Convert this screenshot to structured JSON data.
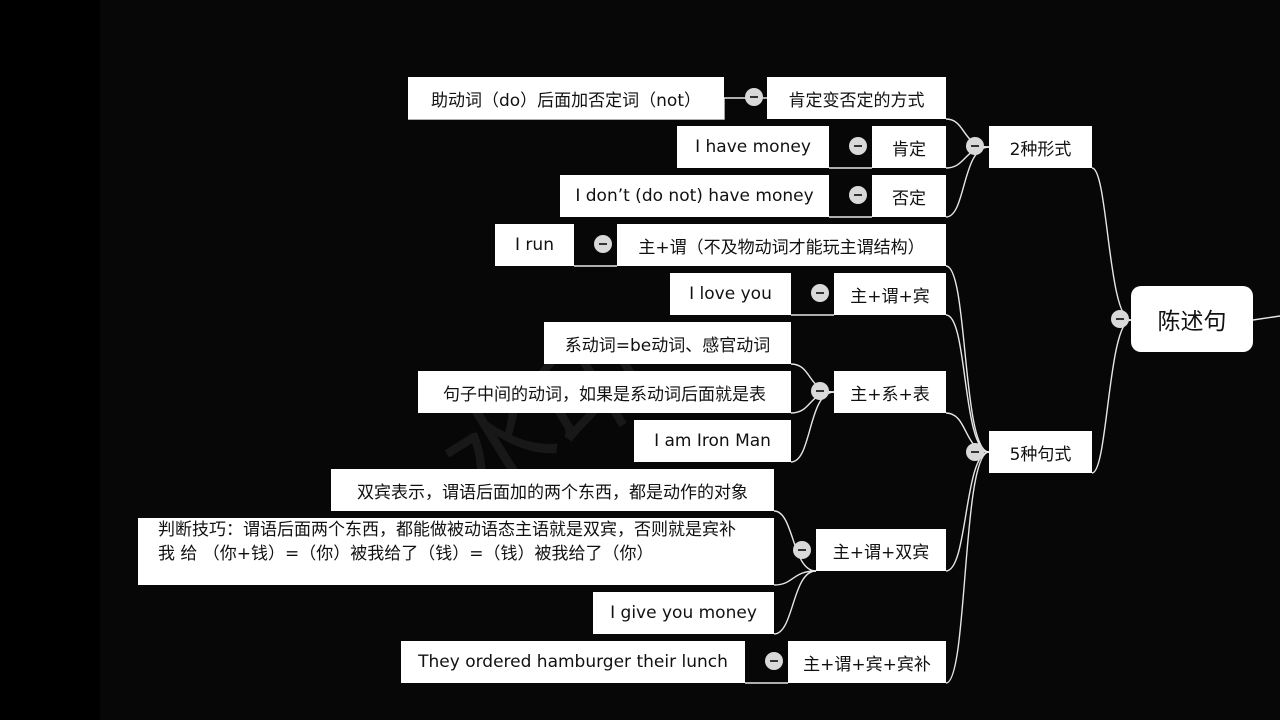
{
  "root": {
    "label": "陈述句"
  },
  "branches": {
    "forms": {
      "label": "2种形式",
      "children": {
        "method": {
          "label": "肯定变否定的方式",
          "detail": "助动词（do）后面加否定词（not）"
        },
        "positive": {
          "label": "肯定",
          "example": "I have money"
        },
        "negative": {
          "label": "否定",
          "example": "I don’t (do not) have money"
        }
      }
    },
    "patterns": {
      "label": "5种句式",
      "children": {
        "sv": {
          "label": "主+谓（不及物动词才能玩主谓结构）",
          "example": "I run"
        },
        "svo": {
          "label": "主+谓+宾",
          "example": "I love you"
        },
        "svc": {
          "label": "主+系+表",
          "notes": [
            "系动词=be动词、感官动词",
            "句子中间的动词，如果是系动词后面就是表",
            "I am Iron Man"
          ]
        },
        "svoo": {
          "label": "主+谓+双宾",
          "note1": "双宾表示，谓语后面加的两个东西，都是动作的对象",
          "note2_line1": "判断技巧：谓语后面两个东西，都能做被动语态主语就是双宾，否则就是宾补",
          "note2_line2": "我 给 （你+钱）=（你）被我给了（钱）=（钱）被我给了（你）",
          "example": "I give you money"
        },
        "svoc": {
          "label": "主+谓+宾+宾补",
          "example": "They ordered hamburger their lunch"
        }
      }
    }
  },
  "colors": {
    "background": "#000000",
    "node": "#ffffff",
    "line": "#e6e6e6",
    "toggle": "#d9d9d9"
  }
}
